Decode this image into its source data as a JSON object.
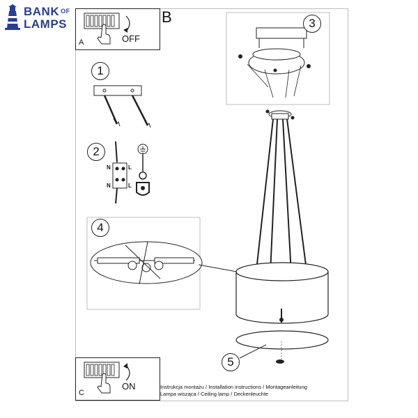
{
  "logo": {
    "line1": "BANK",
    "of": "OF",
    "line2": "LAMPS",
    "color": "#2a3f8f"
  },
  "panels": {
    "a": {
      "letter": "A",
      "label": "OFF"
    },
    "b": {
      "letter": "B"
    },
    "c": {
      "letter": "C",
      "label": "ON"
    }
  },
  "steps": [
    "1",
    "2",
    "3",
    "4",
    "5"
  ],
  "wiring": {
    "neutral": "N",
    "live": "L"
  },
  "footer": {
    "line1": "Instrukcja montażu / Installation instructions / Montageanleitung",
    "line2": "Lampa wisząca / Ceiling lamp / Deckenleuchte"
  }
}
